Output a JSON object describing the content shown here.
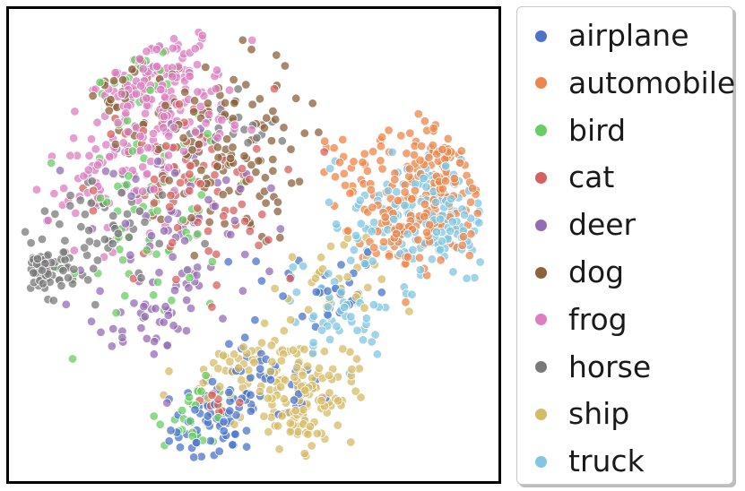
{
  "chart_data": {
    "type": "scatter",
    "title": "",
    "xlabel": "",
    "ylabel": "",
    "grid": false,
    "legend_position": "right",
    "marker_opacity": 0.75,
    "series": [
      {
        "name": "airplane",
        "color": "#4a74c9",
        "clusters": [
          [
            -8,
            -35,
            6,
            6,
            60
          ],
          [
            2,
            -27,
            8,
            5,
            40
          ],
          [
            12,
            -8,
            10,
            6,
            30
          ]
        ]
      },
      {
        "name": "automobile",
        "color": "#ee8549",
        "clusters": [
          [
            38,
            12,
            9,
            9,
            160
          ],
          [
            30,
            3,
            7,
            6,
            50
          ],
          [
            20,
            13,
            5,
            5,
            25
          ]
        ]
      },
      {
        "name": "bird",
        "color": "#6acc64",
        "clusters": [
          [
            -20,
            5,
            10,
            14,
            70
          ],
          [
            -12,
            -32,
            5,
            4,
            25
          ],
          [
            -25,
            35,
            6,
            4,
            15
          ]
        ]
      },
      {
        "name": "cat",
        "color": "#d65f5f",
        "clusters": [
          [
            -14,
            10,
            12,
            13,
            90
          ],
          [
            -8,
            -30,
            4,
            4,
            10
          ]
        ]
      },
      {
        "name": "deer",
        "color": "#956cb4",
        "clusters": [
          [
            -16,
            2,
            12,
            15,
            95
          ],
          [
            -22,
            -15,
            6,
            4,
            20
          ]
        ]
      },
      {
        "name": "dog",
        "color": "#8c613c",
        "clusters": [
          [
            -8,
            18,
            12,
            12,
            130
          ],
          [
            -28,
            28,
            5,
            4,
            20
          ]
        ]
      },
      {
        "name": "frog",
        "color": "#dc7ec0",
        "clusters": [
          [
            -20,
            30,
            10,
            10,
            200
          ],
          [
            -30,
            12,
            8,
            8,
            60
          ]
        ]
      },
      {
        "name": "horse",
        "color": "#797979",
        "clusters": [
          [
            -42,
            -5,
            4,
            3,
            60
          ],
          [
            -30,
            3,
            9,
            9,
            60
          ],
          [
            -5,
            22,
            8,
            4,
            20
          ]
        ]
      },
      {
        "name": "ship",
        "color": "#d5bb67",
        "clusters": [
          [
            10,
            -28,
            7,
            7,
            130
          ],
          [
            -5,
            -24,
            7,
            4,
            40
          ],
          [
            15,
            -8,
            8,
            6,
            30
          ]
        ]
      },
      {
        "name": "truck",
        "color": "#82c6e2",
        "clusters": [
          [
            35,
            5,
            10,
            8,
            160
          ],
          [
            18,
            -13,
            7,
            6,
            50
          ]
        ]
      }
    ],
    "xlim": [
      -50,
      50
    ],
    "ylim": [
      -45,
      45
    ]
  }
}
